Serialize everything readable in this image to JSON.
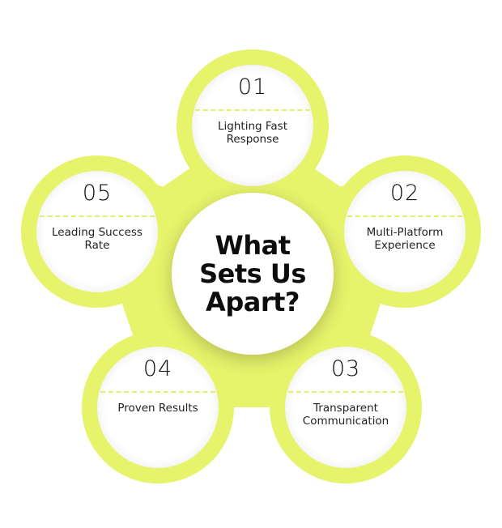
{
  "diagram": {
    "center_title": "What Sets Us Apart?",
    "accent_color": "#e6f46b",
    "items": [
      {
        "number": "01",
        "label": "Lighting Fast Response"
      },
      {
        "number": "02",
        "label": "Multi-Platform Experience"
      },
      {
        "number": "03",
        "label": "Transparent Communication"
      },
      {
        "number": "04",
        "label": "Proven Results"
      },
      {
        "number": "05",
        "label": "Leading Success Rate"
      }
    ]
  }
}
